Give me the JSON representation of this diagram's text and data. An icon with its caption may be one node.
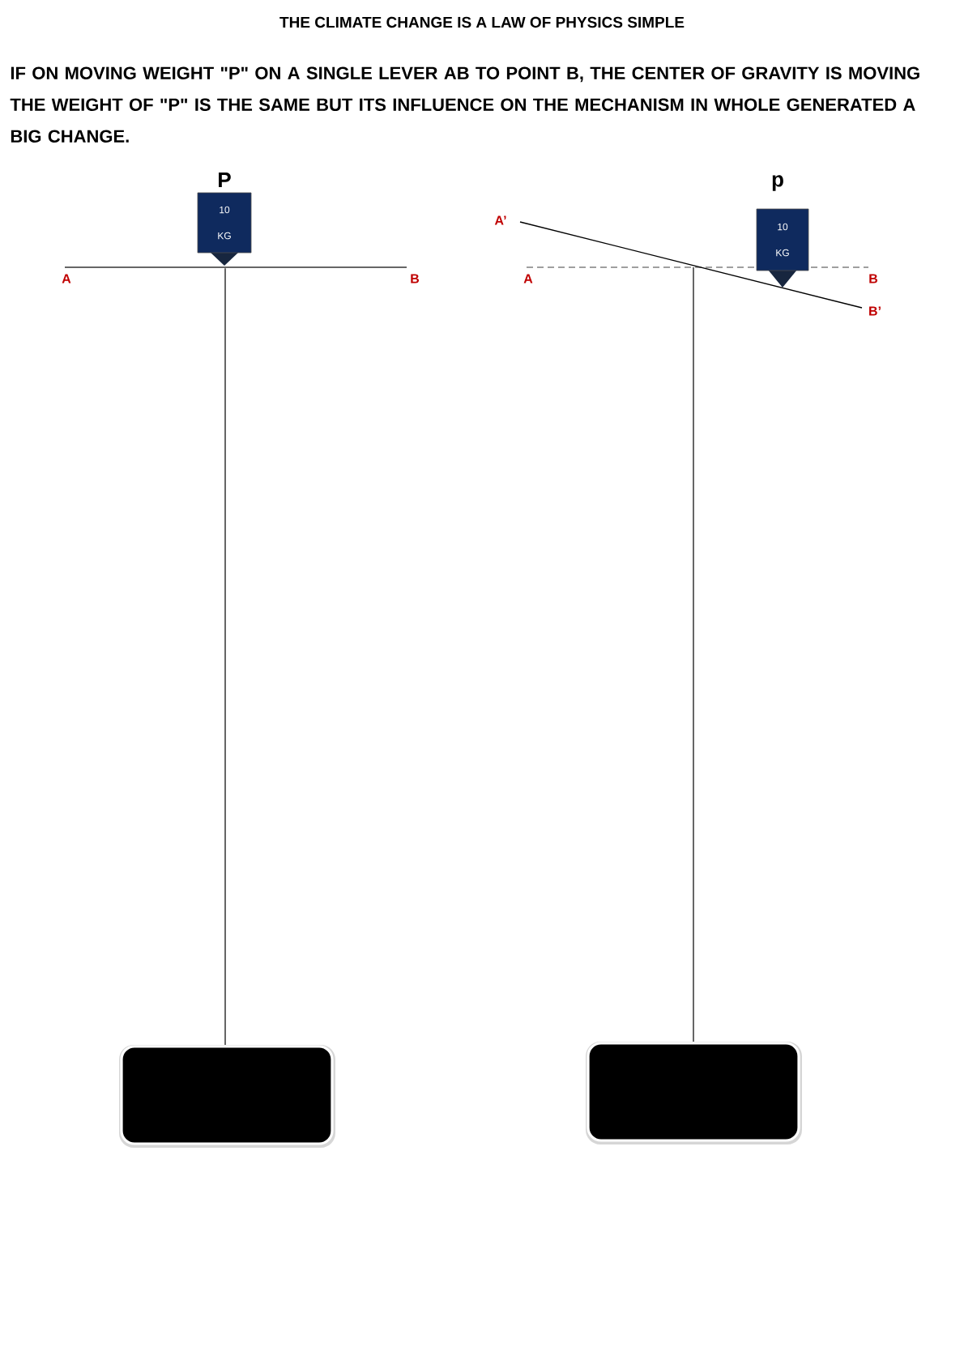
{
  "diagram": {
    "title": "THE CLIMATE CHANGE IS A LAW OF PHYSICS SIMPLE",
    "caption": "IF ON MOVING WEIGHT \"P\" ON A SINGLE LEVER AB TO POINT B, THE CENTER OF GRAVITY IS MOVING THE WEIGHT OF \"P\" IS THE SAME BUT ITS INFLUENCE ON THE MECHANISM IN WHOLE GENERATED A BIG CHANGE.",
    "nodes": [
      {
        "text": [
          "P",
          "10 KG"
        ]
      },
      {
        "text": [
          "p",
          "10 KG"
        ]
      },
      {
        "text": [],
        "shape": "box"
      },
      {
        "text": [],
        "shape": "box"
      }
    ],
    "labels": [
      "A",
      "B",
      "A’",
      "A",
      "B",
      "B’"
    ]
  }
}
